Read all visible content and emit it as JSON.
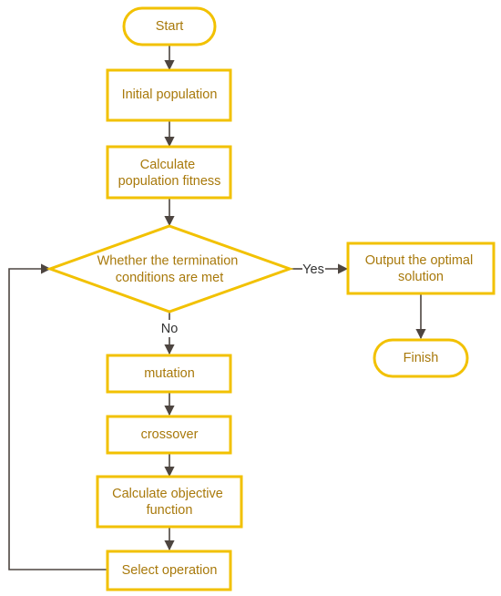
{
  "colors": {
    "node_border": "#f2c100",
    "node_text": "#a8790b",
    "arrow": "#4d4540",
    "edge_label": "#333333"
  },
  "nodes": {
    "start": [
      "Start"
    ],
    "initial": [
      "Initial population"
    ],
    "fitness": [
      "Calculate",
      "population fitness"
    ],
    "decision": [
      "Whether the termination",
      "conditions are met"
    ],
    "output": [
      "Output the optimal",
      "solution"
    ],
    "finish": [
      "Finish"
    ],
    "mutation": [
      "mutation"
    ],
    "crossover": [
      "crossover"
    ],
    "objective": [
      "Calculate objective",
      "function"
    ],
    "select": [
      "Select operation"
    ]
  },
  "edges": {
    "yes_label": "Yes",
    "no_label": "No"
  }
}
